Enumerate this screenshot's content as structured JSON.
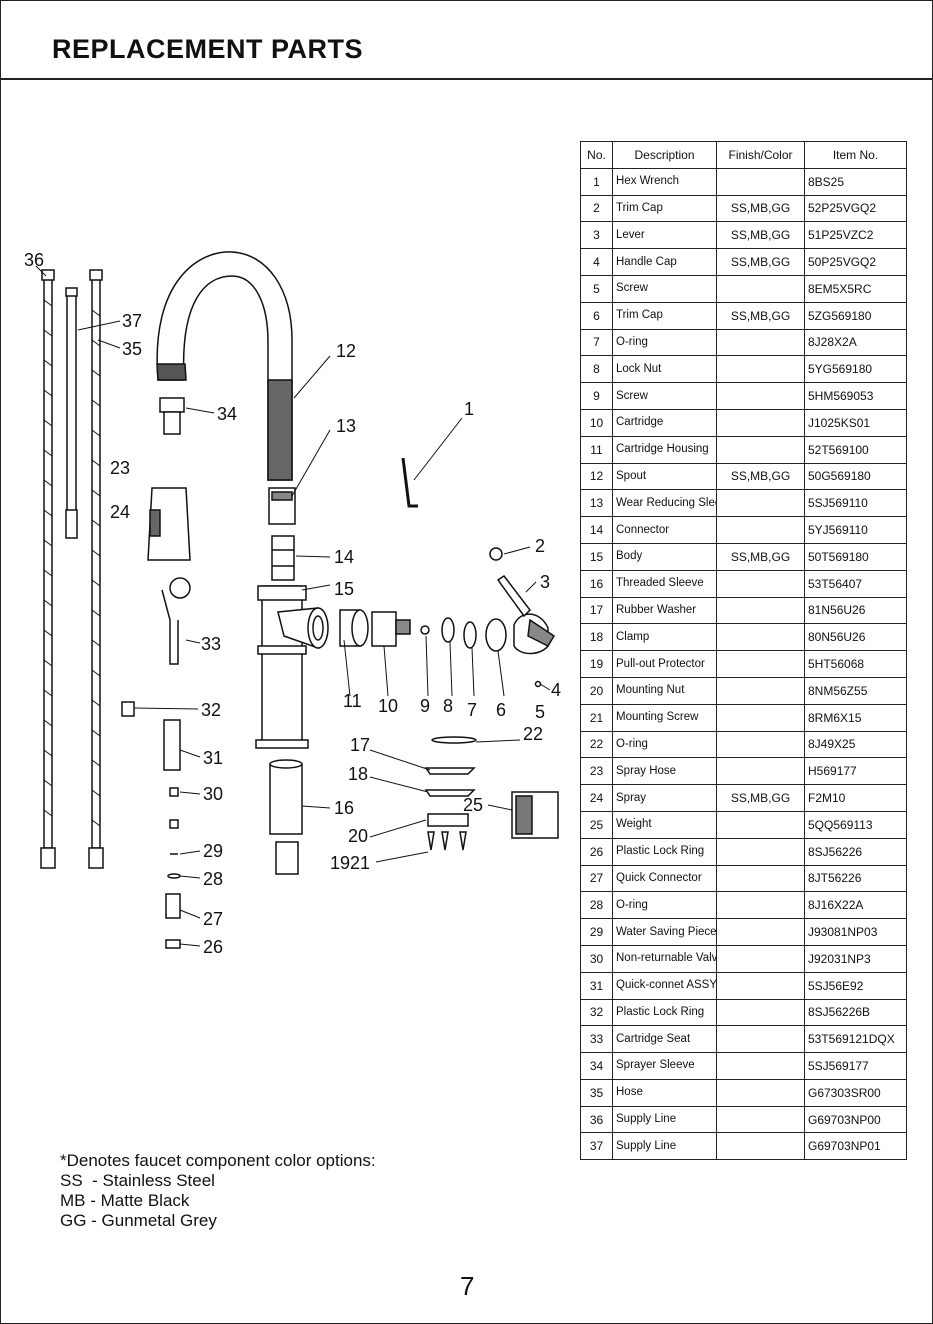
{
  "title": "REPLACEMENT PARTS",
  "table": {
    "headers": [
      "No.",
      "Description",
      "Finish/Color",
      "Item No."
    ],
    "rows": [
      {
        "no": "1",
        "desc": "Hex Wrench",
        "finish": "",
        "item": "8BS25"
      },
      {
        "no": "2",
        "desc": "Trim Cap",
        "finish": "SS,MB,GG",
        "item": "52P25VGQ2"
      },
      {
        "no": "3",
        "desc": "Lever",
        "finish": "SS,MB,GG",
        "item": "51P25VZC2"
      },
      {
        "no": "4",
        "desc": "Handle Cap",
        "finish": "SS,MB,GG",
        "item": "50P25VGQ2"
      },
      {
        "no": "5",
        "desc": "Screw",
        "finish": "",
        "item": "8EM5X5RC"
      },
      {
        "no": "6",
        "desc": "Trim Cap",
        "finish": "SS,MB,GG",
        "item": "5ZG569180"
      },
      {
        "no": "7",
        "desc": "O-ring",
        "finish": "",
        "item": "8J28X2A"
      },
      {
        "no": "8",
        "desc": "Lock Nut",
        "finish": "",
        "item": "5YG569180"
      },
      {
        "no": "9",
        "desc": "Screw",
        "finish": "",
        "item": "5HM569053"
      },
      {
        "no": "10",
        "desc": "Cartridge",
        "finish": "",
        "item": "J1025KS01"
      },
      {
        "no": "11",
        "desc": "Cartridge Housing",
        "finish": "",
        "item": "52T569100"
      },
      {
        "no": "12",
        "desc": "Spout",
        "finish": "SS,MB,GG",
        "item": "50G569180"
      },
      {
        "no": "13",
        "desc": "Wear Reducing Sleeve",
        "finish": "",
        "item": "5SJ569110"
      },
      {
        "no": "14",
        "desc": "Connector",
        "finish": "",
        "item": "5YJ569110"
      },
      {
        "no": "15",
        "desc": "Body",
        "finish": "SS,MB,GG",
        "item": "50T569180"
      },
      {
        "no": "16",
        "desc": "Threaded Sleeve",
        "finish": "",
        "item": "53T56407"
      },
      {
        "no": "17",
        "desc": "Rubber Washer",
        "finish": "",
        "item": "81N56U26"
      },
      {
        "no": "18",
        "desc": "Clamp",
        "finish": "",
        "item": "80N56U26"
      },
      {
        "no": "19",
        "desc": "Pull-out Protector",
        "finish": "",
        "item": "5HT56068"
      },
      {
        "no": "20",
        "desc": "Mounting Nut",
        "finish": "",
        "item": "8NM56Z55"
      },
      {
        "no": "21",
        "desc": "Mounting Screw",
        "finish": "",
        "item": "8RM6X15"
      },
      {
        "no": "22",
        "desc": "O-ring",
        "finish": "",
        "item": "8J49X25"
      },
      {
        "no": "23",
        "desc": "Spray Hose",
        "finish": "",
        "item": "H569177"
      },
      {
        "no": "24",
        "desc": "Spray",
        "finish": "SS,MB,GG",
        "item": "F2M10"
      },
      {
        "no": "25",
        "desc": "Weight",
        "finish": "",
        "item": "5QQ569113"
      },
      {
        "no": "26",
        "desc": "Plastic Lock Ring",
        "finish": "",
        "item": "8SJ56226"
      },
      {
        "no": "27",
        "desc": "Quick Connector",
        "finish": "",
        "item": "8JT56226"
      },
      {
        "no": "28",
        "desc": "O-ring",
        "finish": "",
        "item": "8J16X22A"
      },
      {
        "no": "29",
        "desc": "Water Saving Piece",
        "finish": "",
        "item": "J93081NP03"
      },
      {
        "no": "30",
        "desc": "Non-returnable Valve",
        "finish": "",
        "item": "J92031NP3"
      },
      {
        "no": "31",
        "desc": "Quick-connet ASSY",
        "finish": "",
        "item": "5SJ56E92"
      },
      {
        "no": "32",
        "desc": "Plastic Lock Ring",
        "finish": "",
        "item": "8SJ56226B"
      },
      {
        "no": "33",
        "desc": "Cartridge Seat",
        "finish": "",
        "item": "53T569121DQX"
      },
      {
        "no": "34",
        "desc": "Sprayer Sleeve",
        "finish": "",
        "item": "5SJ569177"
      },
      {
        "no": "35",
        "desc": "Hose",
        "finish": "",
        "item": "G67303SR00"
      },
      {
        "no": "36",
        "desc": "Supply Line",
        "finish": "",
        "item": "G69703NP00"
      },
      {
        "no": "37",
        "desc": "Supply Line",
        "finish": "",
        "item": "G69703NP01"
      }
    ]
  },
  "diagram_labels": [
    "1",
    "2",
    "3",
    "4",
    "5",
    "6",
    "7",
    "8",
    "9",
    "10",
    "11",
    "12",
    "13",
    "14",
    "15",
    "16",
    "17",
    "18",
    "1921",
    "20",
    "22",
    "23",
    "24",
    "25",
    "26",
    "27",
    "28",
    "29",
    "30",
    "31",
    "32",
    "33",
    "34",
    "35",
    "36",
    "37"
  ],
  "notes": [
    "*Denotes faucet component color options:",
    "SS  - Stainless Steel",
    "MB - Matte Black",
    "GG - Gunmetal Grey"
  ],
  "page_number": "7"
}
